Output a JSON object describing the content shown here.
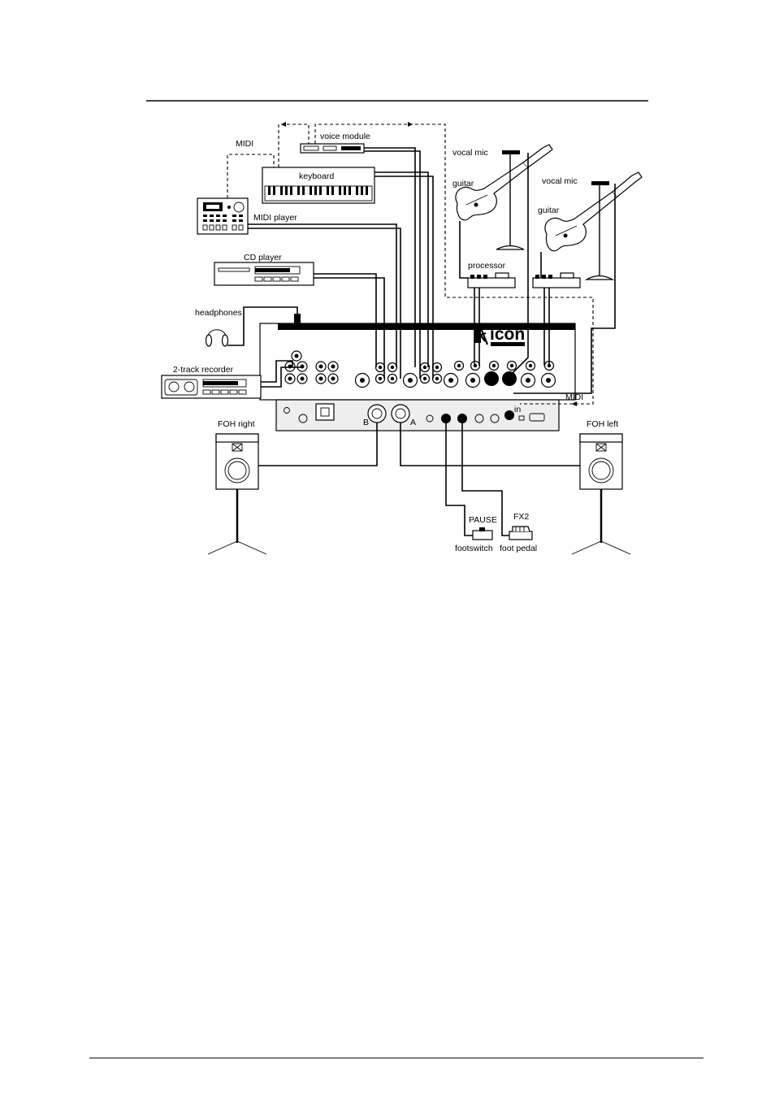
{
  "labels": {
    "midi_top": "MIDI",
    "voice_module": "voice module",
    "keyboard": "keyboard",
    "midi_player": "MIDI player",
    "cd_player": "CD player",
    "headphones": "headphones",
    "two_track_recorder": "2-track recorder",
    "vocal_mic_1": "vocal mic",
    "guitar_1": "guitar",
    "vocal_mic_2": "vocal mic",
    "guitar_2": "guitar",
    "processor": "processor",
    "midi_right": "MIDI",
    "midi_in": "in",
    "out_b": "B",
    "out_a": "A",
    "foh_right": "FOH right",
    "foh_left": "FOH left",
    "pause": "PAUSE",
    "footswitch": "footswitch",
    "fx2": "FX2",
    "foot_pedal": "foot pedal",
    "brand_logo": "icon"
  },
  "colors": {
    "ink": "#000000",
    "paper": "#ffffff",
    "panel_gray": "#e6e6e6"
  }
}
